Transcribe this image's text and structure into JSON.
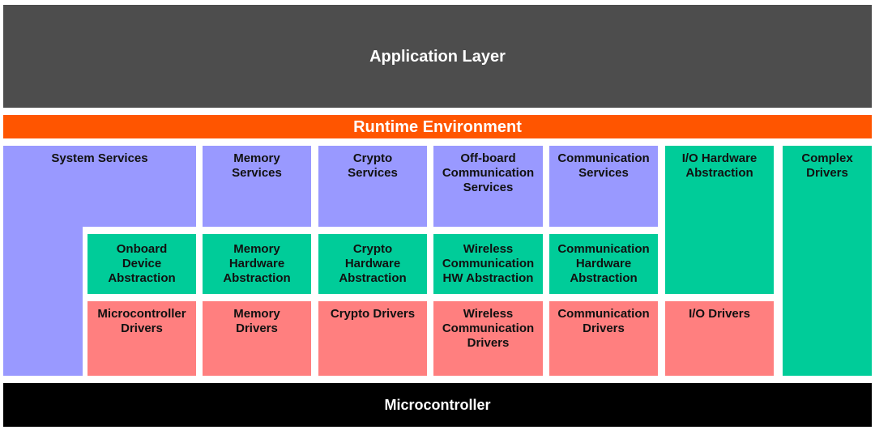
{
  "layers": {
    "application": "Application Layer",
    "rte": "Runtime Environment",
    "microcontroller": "Microcontroller"
  },
  "services": {
    "system": "System Services",
    "memory": "Memory\nServices",
    "crypto": "Crypto\nServices",
    "offboard": "Off-board\nCommunication\nServices",
    "communication": "Communication\nServices"
  },
  "ecu_abstraction": {
    "onboard": "Onboard\nDevice\nAbstraction",
    "memory": "Memory\nHardware\nAbstraction",
    "crypto": "Crypto\nHardware\nAbstraction",
    "wireless": "Wireless\nCommunication\nHW Abstraction",
    "communication": "Communication\nHardware\nAbstraction",
    "io": "I/O Hardware\nAbstraction"
  },
  "mcal": {
    "microcontroller": "Microcontroller\nDrivers",
    "memory": "Memory\nDrivers",
    "crypto": "Crypto Drivers",
    "wireless": "Wireless\nCommunication\nDrivers",
    "communication": "Communication\nDrivers",
    "io": "I/O Drivers"
  },
  "complex": "Complex\nDrivers",
  "colors": {
    "application": "#4d4d4d",
    "rte": "#ff5500",
    "services": "#9999ff",
    "abstraction": "#00cc99",
    "drivers": "#ff7f7f",
    "microcontroller": "#000000"
  }
}
